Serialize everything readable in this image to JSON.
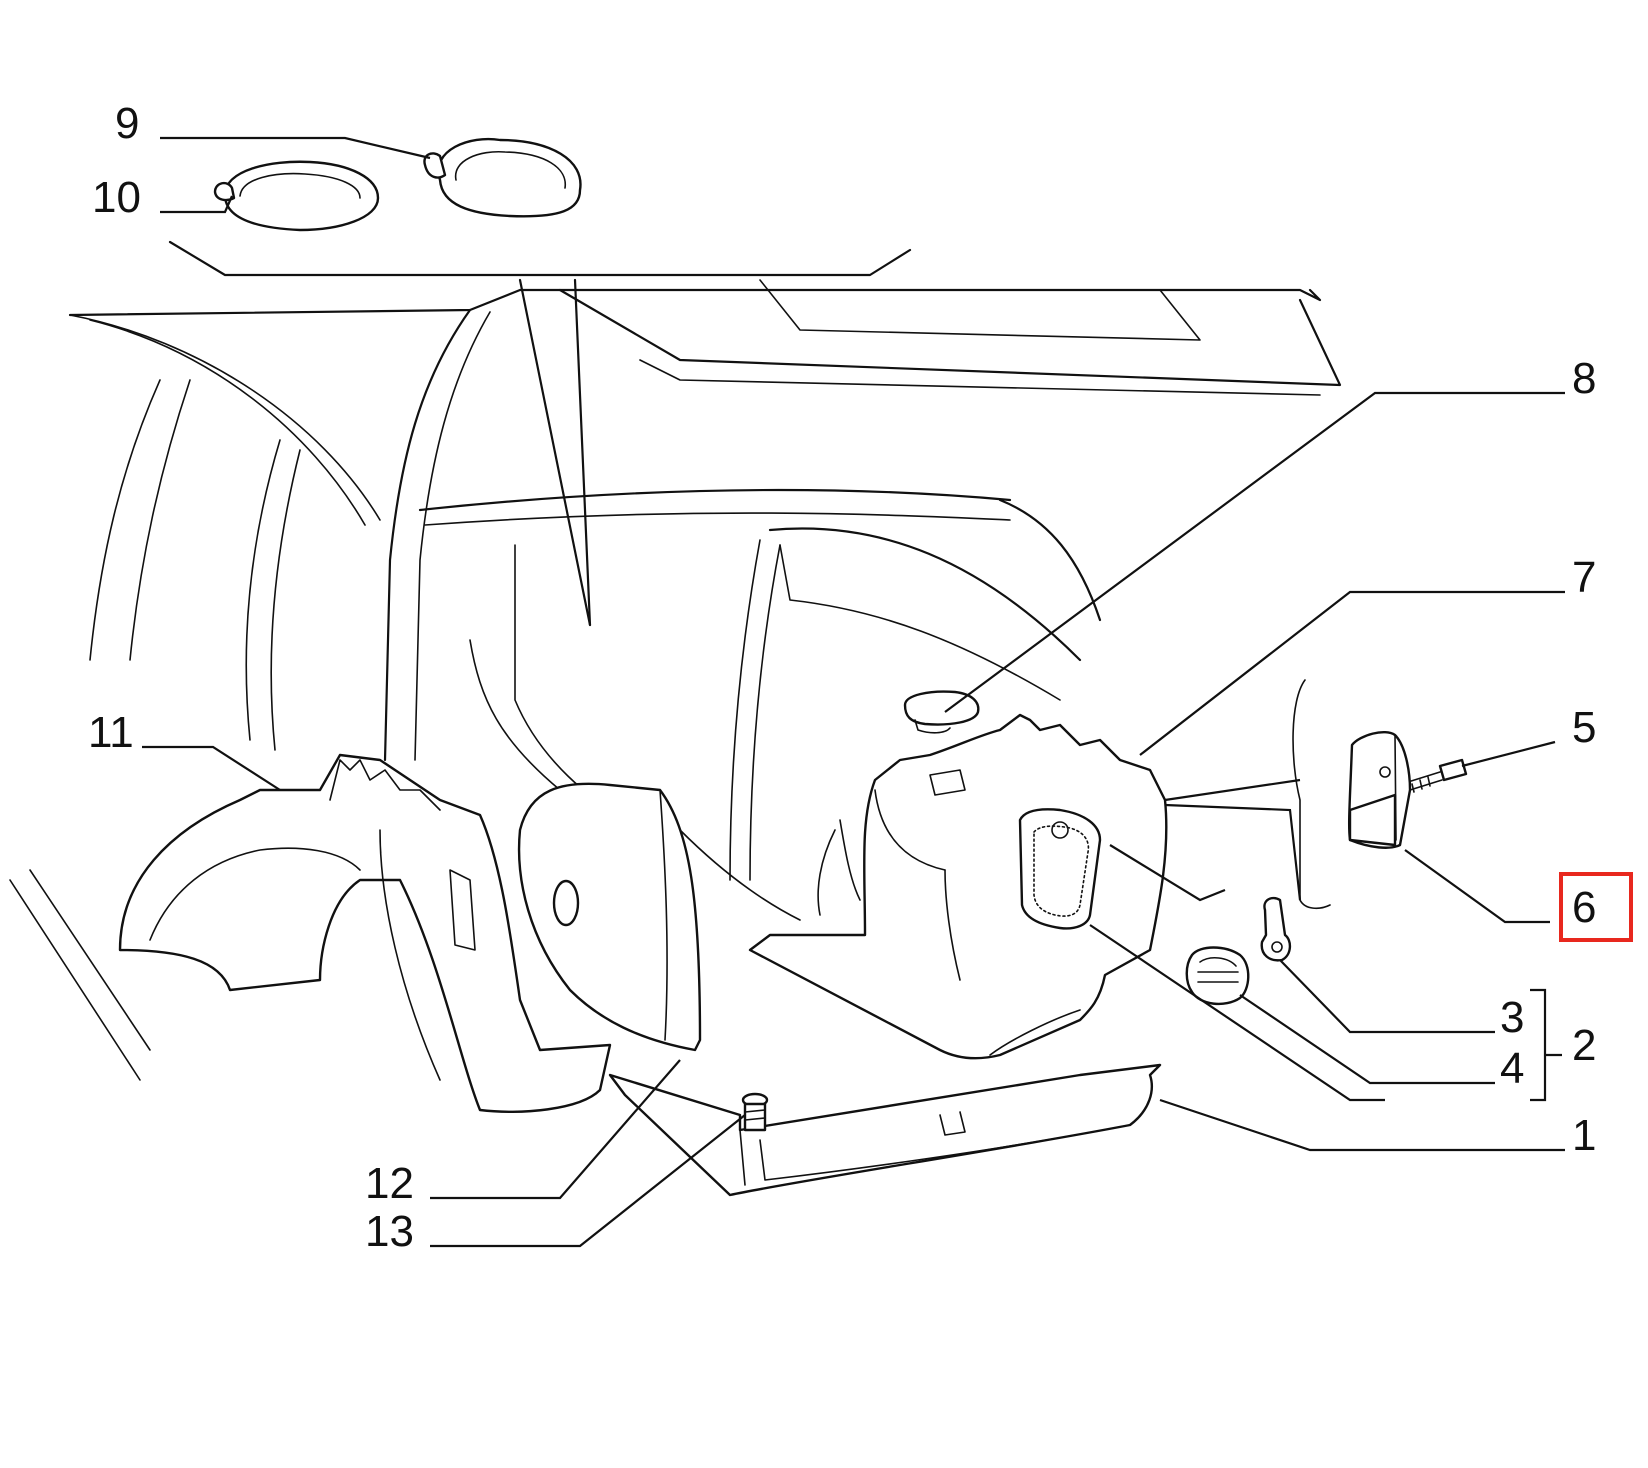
{
  "diagram": {
    "callouts": {
      "c1": "1",
      "c2": "2",
      "c3": "3",
      "c4": "4",
      "c5": "5",
      "c6": "6",
      "c7": "7",
      "c8": "8",
      "c9": "9",
      "c10": "10",
      "c11": "11",
      "c12": "12",
      "c13": "13"
    },
    "highlight_color": "#e8281e",
    "highlighted_callout": "6"
  }
}
